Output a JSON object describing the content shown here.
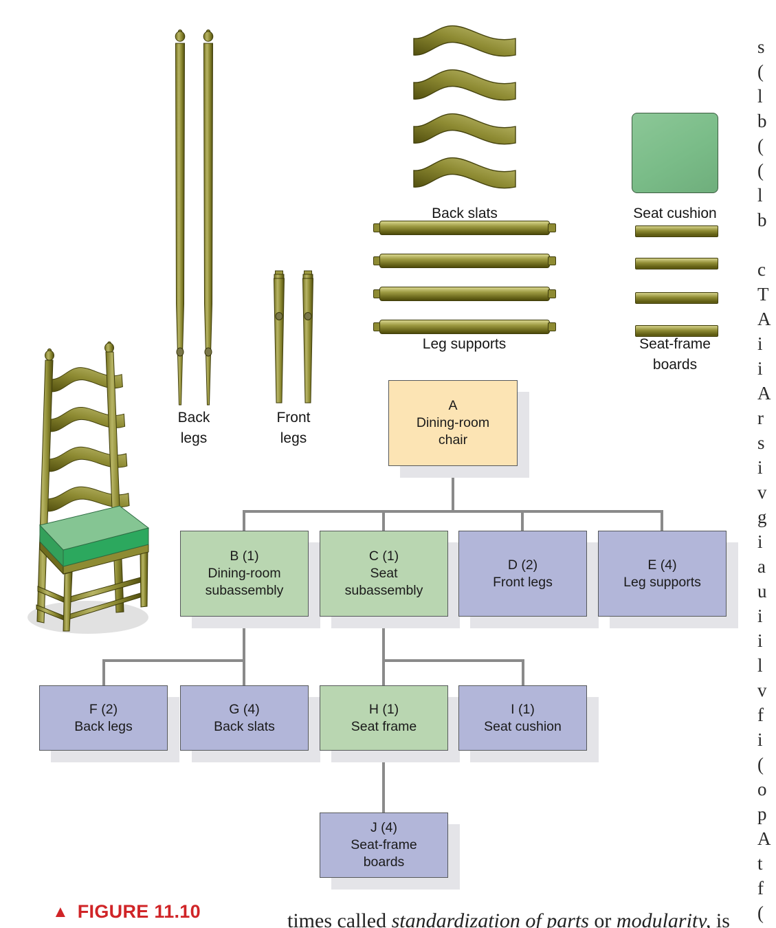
{
  "figure_caption": {
    "marker": "▲",
    "label": "FIGURE 11.10"
  },
  "bottom_text": {
    "t1": "times called ",
    "t2": "standardization of parts",
    "t3": " or ",
    "t4": "modularity,",
    "t5": " is"
  },
  "part_labels": {
    "back_legs": {
      "l1": "Back",
      "l2": "legs"
    },
    "front_legs": {
      "l1": "Front",
      "l2": "legs"
    },
    "back_slats": "Back slats",
    "seat_cushion": "Seat cushion",
    "leg_supports": "Leg supports",
    "seat_frame_boards": {
      "l1": "Seat-frame",
      "l2": "boards"
    }
  },
  "part_counts": {
    "back_legs": 2,
    "front_legs": 2,
    "back_slats": 4,
    "seat_cushion": 1,
    "leg_supports": 4,
    "seat_frame_boards": 4
  },
  "tree": {
    "A": {
      "l1": "A",
      "l2": "Dining-room",
      "l3": "chair"
    },
    "B": {
      "l1": "B (1)",
      "l2": "Dining-room",
      "l3": "subassembly"
    },
    "C": {
      "l1": "C (1)",
      "l2": "Seat",
      "l3": "subassembly"
    },
    "D": {
      "l1": "D (2)",
      "l2": "Front legs"
    },
    "E": {
      "l1": "E (4)",
      "l2": "Leg supports"
    },
    "F": {
      "l1": "F (2)",
      "l2": "Back legs"
    },
    "G": {
      "l1": "G (4)",
      "l2": "Back slats"
    },
    "H": {
      "l1": "H (1)",
      "l2": "Seat frame"
    },
    "I": {
      "l1": "I (1)",
      "l2": "Seat cushion"
    },
    "J": {
      "l1": "J (4)",
      "l2": "Seat-frame",
      "l3": "boards"
    }
  },
  "colors": {
    "node_green": "#b9d6b1",
    "node_purple": "#b2b6d9",
    "node_cream": "#fce4b4",
    "connector_gray": "#8a8a8a",
    "caption_red": "#d02427",
    "wood_olive": "#8e8b33",
    "cushion_green": "#7abc88",
    "shadow_gray": "#e4e4e8"
  },
  "right_column": {
    "fragments": [
      "s",
      "(",
      "l",
      "b",
      "(",
      "(",
      "l",
      "b",
      "",
      "c",
      "T",
      "A",
      "i",
      "i",
      "A",
      "r",
      "s",
      "i",
      "v",
      "g",
      "i",
      "a",
      "u",
      "i",
      "i",
      "l",
      "v",
      "f",
      "i",
      "(",
      "o",
      "p",
      "A",
      "t",
      "f",
      "("
    ]
  }
}
